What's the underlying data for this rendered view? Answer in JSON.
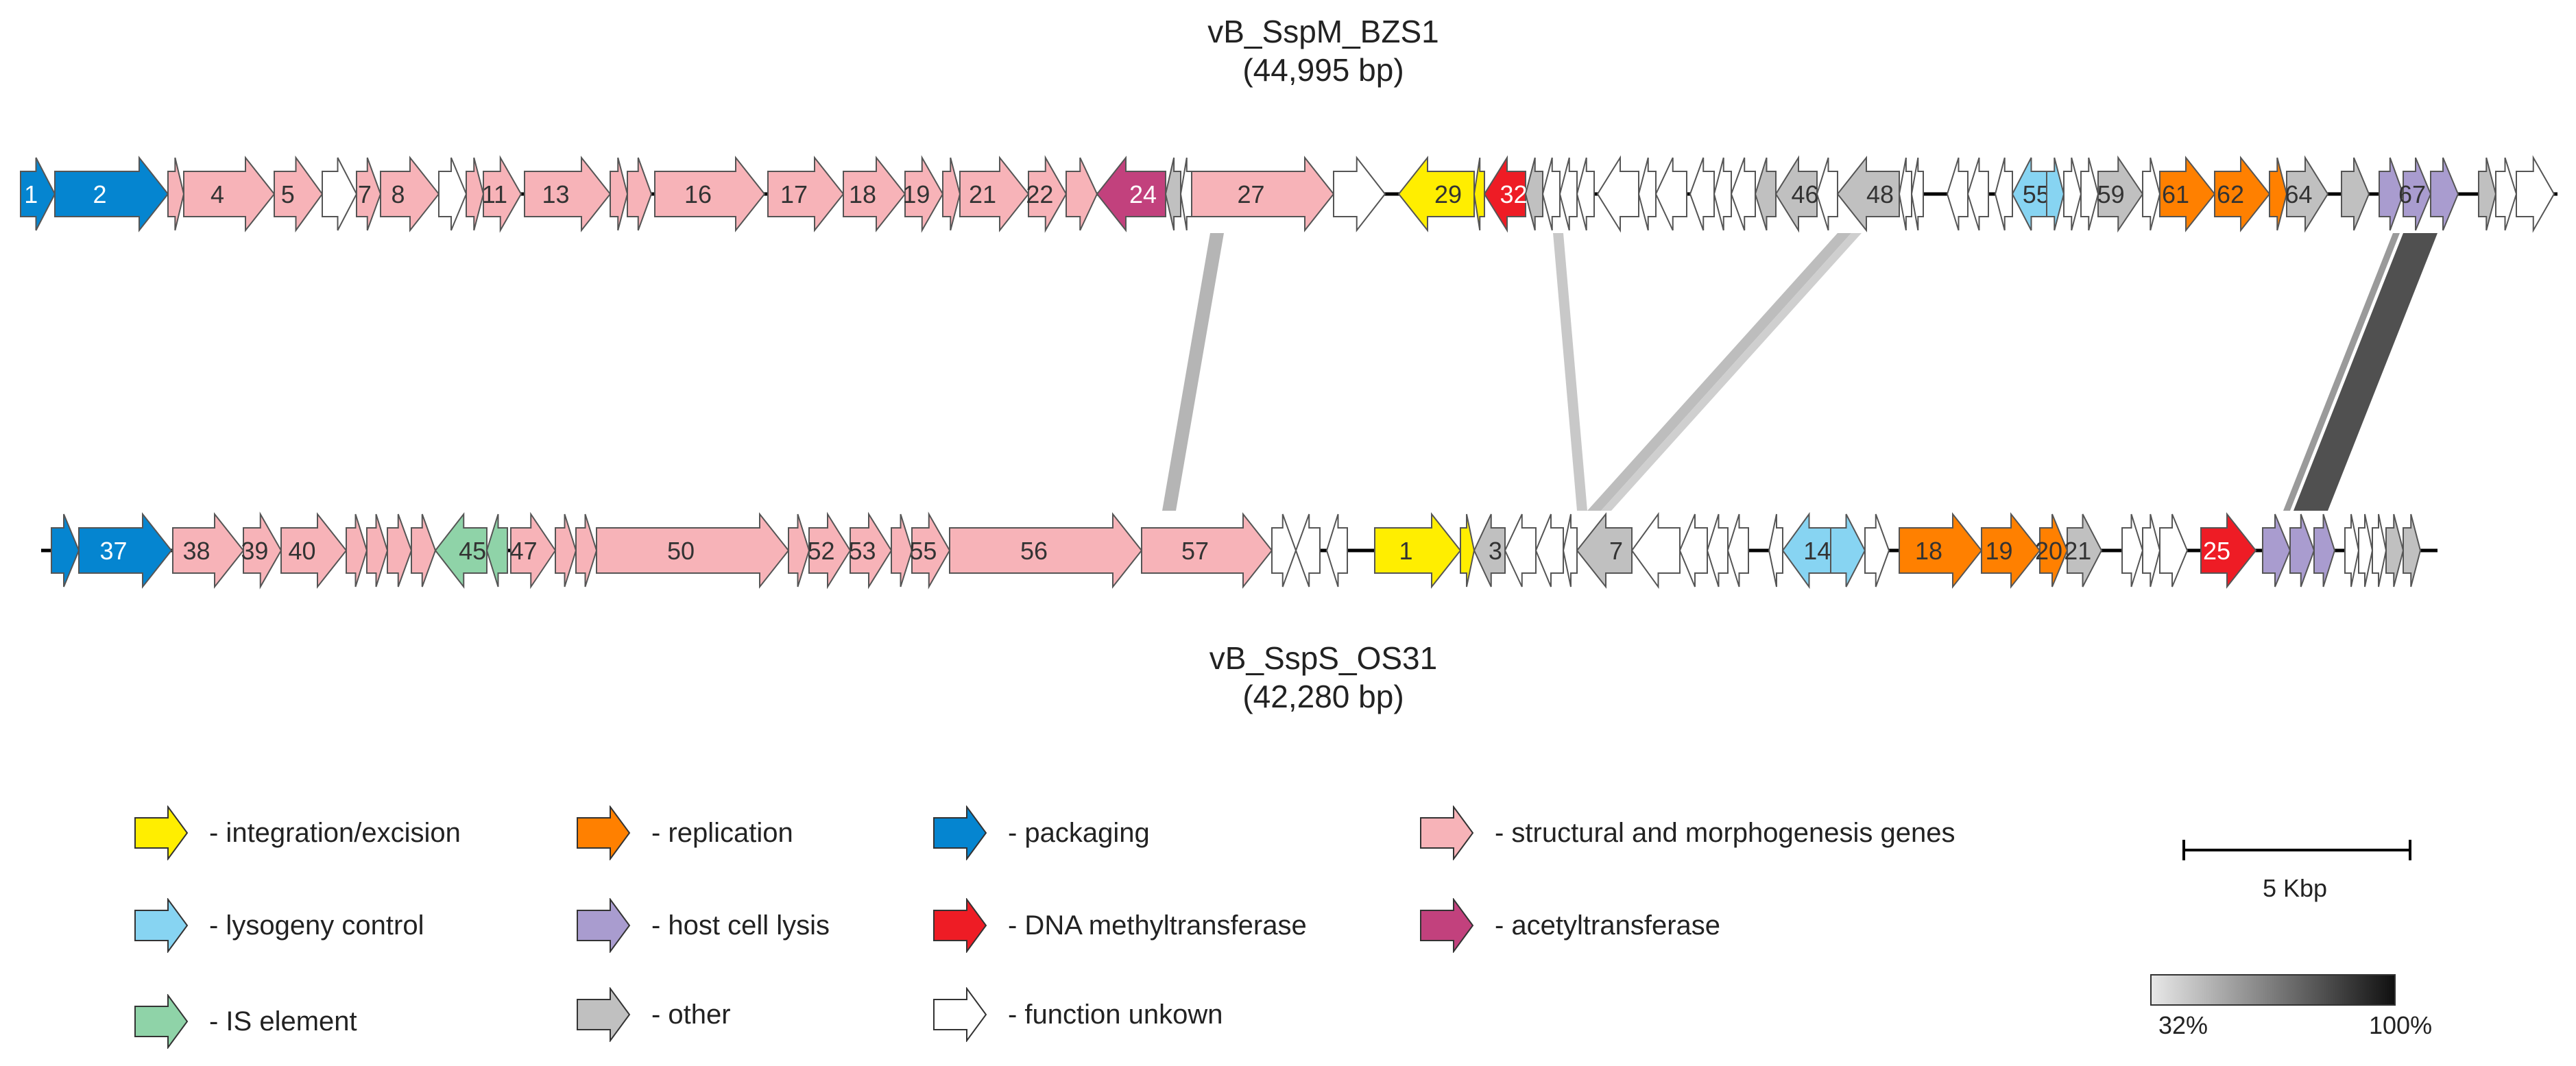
{
  "genome_top": {
    "name": "vB_SspM_BZS1",
    "length": "(44,995 bp)",
    "genes": [
      {
        "label": "1",
        "cat": "packaging",
        "dir": "r",
        "s": 30,
        "e": 80
      },
      {
        "label": "2",
        "cat": "packaging",
        "dir": "r",
        "s": 80,
        "e": 245
      },
      {
        "label": "",
        "cat": "structural",
        "dir": "r",
        "s": 245,
        "e": 268
      },
      {
        "label": "4",
        "cat": "structural",
        "dir": "r",
        "s": 268,
        "e": 400
      },
      {
        "label": "5",
        "cat": "structural",
        "dir": "r",
        "s": 400,
        "e": 470
      },
      {
        "label": "",
        "cat": "unknown",
        "dir": "r",
        "s": 470,
        "e": 520
      },
      {
        "label": "7",
        "cat": "structural",
        "dir": "r",
        "s": 520,
        "e": 555
      },
      {
        "label": "8",
        "cat": "structural",
        "dir": "r",
        "s": 555,
        "e": 640
      },
      {
        "label": "",
        "cat": "unknown",
        "dir": "r",
        "s": 640,
        "e": 680
      },
      {
        "label": "",
        "cat": "structural",
        "dir": "r",
        "s": 680,
        "e": 705
      },
      {
        "label": "11",
        "cat": "structural",
        "dir": "r",
        "s": 705,
        "e": 760
      },
      {
        "label": "13",
        "cat": "structural",
        "dir": "r",
        "s": 765,
        "e": 890
      },
      {
        "label": "",
        "cat": "structural",
        "dir": "r",
        "s": 890,
        "e": 915
      },
      {
        "label": "",
        "cat": "structural",
        "dir": "r",
        "s": 915,
        "e": 950
      },
      {
        "label": "16",
        "cat": "structural",
        "dir": "r",
        "s": 955,
        "e": 1115
      },
      {
        "label": "17",
        "cat": "structural",
        "dir": "r",
        "s": 1120,
        "e": 1230
      },
      {
        "label": "18",
        "cat": "structural",
        "dir": "r",
        "s": 1230,
        "e": 1320
      },
      {
        "label": "19",
        "cat": "structural",
        "dir": "r",
        "s": 1320,
        "e": 1375
      },
      {
        "label": "",
        "cat": "structural",
        "dir": "r",
        "s": 1375,
        "e": 1400
      },
      {
        "label": "21",
        "cat": "structural",
        "dir": "r",
        "s": 1400,
        "e": 1500
      },
      {
        "label": "22",
        "cat": "structural",
        "dir": "r",
        "s": 1500,
        "e": 1555
      },
      {
        "label": "",
        "cat": "structural",
        "dir": "r",
        "s": 1555,
        "e": 1600
      },
      {
        "label": "24",
        "cat": "acetyl",
        "dir": "l",
        "s": 1600,
        "e": 1700
      },
      {
        "label": "",
        "cat": "other",
        "dir": "l",
        "s": 1700,
        "e": 1722
      },
      {
        "label": "",
        "cat": "unknown",
        "dir": "l",
        "s": 1722,
        "e": 1738
      },
      {
        "label": "27",
        "cat": "structural",
        "dir": "r",
        "s": 1738,
        "e": 1945
      },
      {
        "label": "",
        "cat": "unknown",
        "dir": "r",
        "s": 1945,
        "e": 2020
      },
      {
        "label": "29",
        "cat": "integration",
        "dir": "l",
        "s": 2040,
        "e": 2150
      },
      {
        "label": "",
        "cat": "integration",
        "dir": "l",
        "s": 2150,
        "e": 2165
      },
      {
        "label": "32",
        "cat": "methyl",
        "dir": "l",
        "s": 2165,
        "e": 2225
      },
      {
        "label": "",
        "cat": "other",
        "dir": "l",
        "s": 2225,
        "e": 2250
      },
      {
        "label": "",
        "cat": "unknown",
        "dir": "l",
        "s": 2250,
        "e": 2275
      },
      {
        "label": "",
        "cat": "unknown",
        "dir": "l",
        "s": 2275,
        "e": 2300
      },
      {
        "label": "",
        "cat": "unknown",
        "dir": "l",
        "s": 2300,
        "e": 2325
      },
      {
        "label": "",
        "cat": "unknown",
        "dir": "l",
        "s": 2330,
        "e": 2390
      },
      {
        "label": "",
        "cat": "unknown",
        "dir": "l",
        "s": 2390,
        "e": 2415
      },
      {
        "label": "",
        "cat": "unknown",
        "dir": "l",
        "s": 2415,
        "e": 2460
      },
      {
        "label": "",
        "cat": "unknown",
        "dir": "l",
        "s": 2465,
        "e": 2500
      },
      {
        "label": "",
        "cat": "unknown",
        "dir": "l",
        "s": 2500,
        "e": 2525
      },
      {
        "label": "",
        "cat": "unknown",
        "dir": "l",
        "s": 2525,
        "e": 2560
      },
      {
        "label": "",
        "cat": "other",
        "dir": "l",
        "s": 2560,
        "e": 2590
      },
      {
        "label": "46",
        "cat": "other",
        "dir": "l",
        "s": 2590,
        "e": 2650
      },
      {
        "label": "",
        "cat": "unknown",
        "dir": "l",
        "s": 2650,
        "e": 2680
      },
      {
        "label": "48",
        "cat": "other",
        "dir": "l",
        "s": 2680,
        "e": 2770
      },
      {
        "label": "",
        "cat": "unknown",
        "dir": "l",
        "s": 2770,
        "e": 2788
      },
      {
        "label": "",
        "cat": "unknown",
        "dir": "l",
        "s": 2788,
        "e": 2805
      },
      {
        "label": "",
        "cat": "unknown",
        "dir": "l",
        "s": 2840,
        "e": 2870
      },
      {
        "label": "",
        "cat": "unknown",
        "dir": "l",
        "s": 2870,
        "e": 2900
      },
      {
        "label": "",
        "cat": "unknown",
        "dir": "l",
        "s": 2910,
        "e": 2935
      },
      {
        "label": "55",
        "cat": "lysogeny",
        "dir": "l",
        "s": 2935,
        "e": 2985
      },
      {
        "label": "",
        "cat": "lysogeny",
        "dir": "r",
        "s": 2985,
        "e": 3010
      },
      {
        "label": "",
        "cat": "unknown",
        "dir": "r",
        "s": 3010,
        "e": 3035
      },
      {
        "label": "",
        "cat": "unknown",
        "dir": "r",
        "s": 3035,
        "e": 3060
      },
      {
        "label": "59",
        "cat": "other",
        "dir": "r",
        "s": 3060,
        "e": 3125
      },
      {
        "label": "",
        "cat": "unknown",
        "dir": "r",
        "s": 3125,
        "e": 3150
      },
      {
        "label": "61",
        "cat": "replication",
        "dir": "r",
        "s": 3150,
        "e": 3230
      },
      {
        "label": "62",
        "cat": "replication",
        "dir": "r",
        "s": 3230,
        "e": 3310
      },
      {
        "label": "",
        "cat": "replication",
        "dir": "r",
        "s": 3310,
        "e": 3335
      },
      {
        "label": "64",
        "cat": "other",
        "dir": "r",
        "s": 3335,
        "e": 3395
      },
      {
        "label": "",
        "cat": "other",
        "dir": "r",
        "s": 3415,
        "e": 3455
      },
      {
        "label": "",
        "cat": "lysis",
        "dir": "r",
        "s": 3470,
        "e": 3505
      },
      {
        "label": "67",
        "cat": "lysis",
        "dir": "r",
        "s": 3505,
        "e": 3545
      },
      {
        "label": "",
        "cat": "lysis",
        "dir": "r",
        "s": 3545,
        "e": 3585
      },
      {
        "label": "",
        "cat": "other",
        "dir": "r",
        "s": 3615,
        "e": 3640
      },
      {
        "label": "",
        "cat": "unknown",
        "dir": "r",
        "s": 3640,
        "e": 3670
      },
      {
        "label": "",
        "cat": "unknown",
        "dir": "r",
        "s": 3670,
        "e": 3725
      }
    ]
  },
  "genome_bottom": {
    "name": "vB_SspS_OS31",
    "length": "(42,280 bp)",
    "genes": [
      {
        "label": "",
        "cat": "packaging",
        "dir": "r",
        "s": 75,
        "e": 115
      },
      {
        "label": "37",
        "cat": "packaging",
        "dir": "r",
        "s": 115,
        "e": 250
      },
      {
        "label": "38",
        "cat": "structural",
        "dir": "r",
        "s": 252,
        "e": 355
      },
      {
        "label": "39",
        "cat": "structural",
        "dir": "r",
        "s": 355,
        "e": 410
      },
      {
        "label": "40",
        "cat": "structural",
        "dir": "r",
        "s": 410,
        "e": 505
      },
      {
        "label": "",
        "cat": "structural",
        "dir": "r",
        "s": 505,
        "e": 535
      },
      {
        "label": "",
        "cat": "structural",
        "dir": "r",
        "s": 535,
        "e": 565
      },
      {
        "label": "",
        "cat": "structural",
        "dir": "r",
        "s": 565,
        "e": 600
      },
      {
        "label": "",
        "cat": "structural",
        "dir": "r",
        "s": 600,
        "e": 635
      },
      {
        "label": "45",
        "cat": "is",
        "dir": "l",
        "s": 635,
        "e": 710
      },
      {
        "label": "",
        "cat": "is",
        "dir": "l",
        "s": 710,
        "e": 740
      },
      {
        "label": "47",
        "cat": "structural",
        "dir": "r",
        "s": 745,
        "e": 810
      },
      {
        "label": "",
        "cat": "structural",
        "dir": "r",
        "s": 810,
        "e": 840
      },
      {
        "label": "",
        "cat": "structural",
        "dir": "r",
        "s": 840,
        "e": 870
      },
      {
        "label": "50",
        "cat": "structural",
        "dir": "r",
        "s": 870,
        "e": 1150
      },
      {
        "label": "",
        "cat": "structural",
        "dir": "r",
        "s": 1150,
        "e": 1180
      },
      {
        "label": "52",
        "cat": "structural",
        "dir": "r",
        "s": 1180,
        "e": 1240
      },
      {
        "label": "53",
        "cat": "structural",
        "dir": "r",
        "s": 1240,
        "e": 1300
      },
      {
        "label": "",
        "cat": "structural",
        "dir": "r",
        "s": 1300,
        "e": 1330
      },
      {
        "label": "55",
        "cat": "structural",
        "dir": "r",
        "s": 1330,
        "e": 1385
      },
      {
        "label": "56",
        "cat": "structural",
        "dir": "r",
        "s": 1385,
        "e": 1665
      },
      {
        "label": "57",
        "cat": "structural",
        "dir": "r",
        "s": 1665,
        "e": 1855
      },
      {
        "label": "",
        "cat": "unknown",
        "dir": "r",
        "s": 1855,
        "e": 1890
      },
      {
        "label": "",
        "cat": "unknown",
        "dir": "l",
        "s": 1890,
        "e": 1925
      },
      {
        "label": "",
        "cat": "unknown",
        "dir": "l",
        "s": 1935,
        "e": 1965
      },
      {
        "label": "1",
        "cat": "integration",
        "dir": "r",
        "s": 2005,
        "e": 2130
      },
      {
        "label": "",
        "cat": "integration",
        "dir": "r",
        "s": 2130,
        "e": 2150
      },
      {
        "label": "3",
        "cat": "other",
        "dir": "l",
        "s": 2150,
        "e": 2195
      },
      {
        "label": "",
        "cat": "unknown",
        "dir": "l",
        "s": 2195,
        "e": 2240
      },
      {
        "label": "",
        "cat": "unknown",
        "dir": "l",
        "s": 2240,
        "e": 2280
      },
      {
        "label": "",
        "cat": "unknown",
        "dir": "l",
        "s": 2280,
        "e": 2300
      },
      {
        "label": "7",
        "cat": "other",
        "dir": "l",
        "s": 2300,
        "e": 2380
      },
      {
        "label": "",
        "cat": "unknown",
        "dir": "l",
        "s": 2380,
        "e": 2450
      },
      {
        "label": "",
        "cat": "unknown",
        "dir": "l",
        "s": 2450,
        "e": 2490
      },
      {
        "label": "",
        "cat": "unknown",
        "dir": "l",
        "s": 2490,
        "e": 2520
      },
      {
        "label": "",
        "cat": "unknown",
        "dir": "l",
        "s": 2520,
        "e": 2550
      },
      {
        "label": "",
        "cat": "unknown",
        "dir": "l",
        "s": 2580,
        "e": 2600
      },
      {
        "label": "14",
        "cat": "lysogeny",
        "dir": "l",
        "s": 2600,
        "e": 2670
      },
      {
        "label": "",
        "cat": "lysogeny",
        "dir": "r",
        "s": 2670,
        "e": 2720
      },
      {
        "label": "",
        "cat": "unknown",
        "dir": "r",
        "s": 2720,
        "e": 2755
      },
      {
        "label": "18",
        "cat": "replication",
        "dir": "r",
        "s": 2770,
        "e": 2890
      },
      {
        "label": "19",
        "cat": "replication",
        "dir": "r",
        "s": 2890,
        "e": 2975
      },
      {
        "label": "20",
        "cat": "replication",
        "dir": "r",
        "s": 2975,
        "e": 3015
      },
      {
        "label": "21",
        "cat": "other",
        "dir": "r",
        "s": 3015,
        "e": 3065
      },
      {
        "label": "",
        "cat": "unknown",
        "dir": "r",
        "s": 3095,
        "e": 3125
      },
      {
        "label": "",
        "cat": "unknown",
        "dir": "r",
        "s": 3125,
        "e": 3150
      },
      {
        "label": "",
        "cat": "unknown",
        "dir": "r",
        "s": 3150,
        "e": 3190
      },
      {
        "label": "25",
        "cat": "methyl",
        "dir": "r",
        "s": 3210,
        "e": 3290
      },
      {
        "label": "",
        "cat": "lysis",
        "dir": "r",
        "s": 3300,
        "e": 3340
      },
      {
        "label": "",
        "cat": "lysis",
        "dir": "r",
        "s": 3340,
        "e": 3375
      },
      {
        "label": "",
        "cat": "lysis",
        "dir": "r",
        "s": 3375,
        "e": 3405
      },
      {
        "label": "",
        "cat": "unknown",
        "dir": "r",
        "s": 3420,
        "e": 3440
      },
      {
        "label": "",
        "cat": "unknown",
        "dir": "r",
        "s": 3440,
        "e": 3460
      },
      {
        "label": "",
        "cat": "unknown",
        "dir": "r",
        "s": 3460,
        "e": 3480
      },
      {
        "label": "",
        "cat": "other",
        "dir": "r",
        "s": 3480,
        "e": 3505
      },
      {
        "label": "",
        "cat": "other",
        "dir": "r",
        "s": 3505,
        "e": 3530
      }
    ]
  },
  "links": [
    {
      "top": [
        1765,
        1785
      ],
      "bottom": [
        1695,
        1715
      ],
      "color": "#b5b5b5"
    },
    {
      "top": [
        2265,
        2280
      ],
      "bottom": [
        2300,
        2315
      ],
      "color": "#c8c8c8"
    },
    {
      "top": [
        2680,
        2700
      ],
      "bottom": [
        2315,
        2335
      ],
      "color": "#bdbdbd"
    },
    {
      "top": [
        2700,
        2715
      ],
      "bottom": [
        2335,
        2350
      ],
      "color": "#cfcfcf"
    },
    {
      "top": [
        3490,
        3500
      ],
      "bottom": [
        3330,
        3340
      ],
      "color": "#9a9a9a"
    },
    {
      "top": [
        3505,
        3555
      ],
      "bottom": [
        3345,
        3395
      ],
      "color": "#505050"
    }
  ],
  "categories": {
    "integration": {
      "color": "#ffee00",
      "label": "- integration/excision"
    },
    "lysogeny": {
      "color": "#87d4f2",
      "label": "- lysogeny control"
    },
    "is": {
      "color": "#8fd3a8",
      "label": "- IS element"
    },
    "replication": {
      "color": "#ff8000",
      "label": "- replication"
    },
    "lysis": {
      "color": "#a99ccf",
      "label": "- host cell lysis"
    },
    "other": {
      "color": "#c0c0c0",
      "label": "- other"
    },
    "packaging": {
      "color": "#0585d0",
      "label": "- packaging"
    },
    "methyl": {
      "color": "#ee1c25",
      "label": "- DNA methyltransferase"
    },
    "unknown": {
      "color": "#ffffff",
      "label": "- function unkown"
    },
    "structural": {
      "color": "#f7b3b8",
      "label": "- structural and morphogenesis genes"
    },
    "acetyl": {
      "color": "#c2417d",
      "label": "- acetyltransferase"
    }
  },
  "scale": {
    "bar_label": "5 Kbp",
    "identity_min": "32%",
    "identity_max": "100%"
  }
}
